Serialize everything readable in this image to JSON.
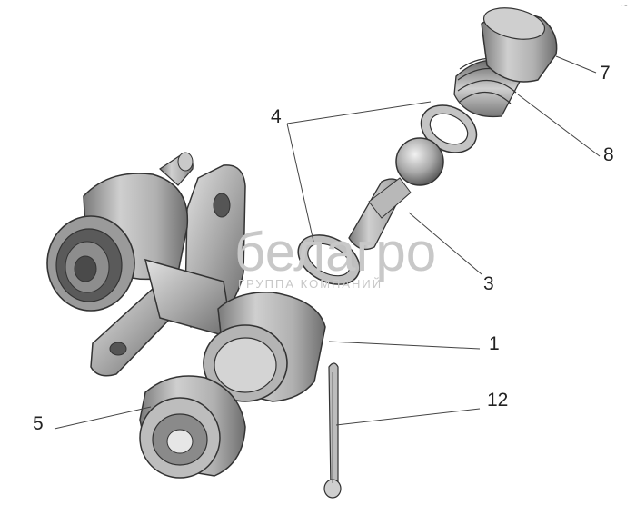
{
  "callouts": [
    {
      "id": "1",
      "label": "1"
    },
    {
      "id": "3",
      "label": "3"
    },
    {
      "id": "4",
      "label": "4"
    },
    {
      "id": "5",
      "label": "5"
    },
    {
      "id": "7",
      "label": "7"
    },
    {
      "id": "8",
      "label": "8"
    },
    {
      "id": "12",
      "label": "12"
    }
  ],
  "watermark": {
    "brand": "белагро",
    "tagline": "ГРУППА КОМПАНИЙ"
  },
  "corner_mark": "~",
  "colors": {
    "part_fill": "#a8a8a8",
    "part_light": "#d6d6d6",
    "part_dark": "#555555",
    "outline": "#333333",
    "leader": "#444444",
    "label": "#222222",
    "watermark": "#c8c8c8"
  }
}
